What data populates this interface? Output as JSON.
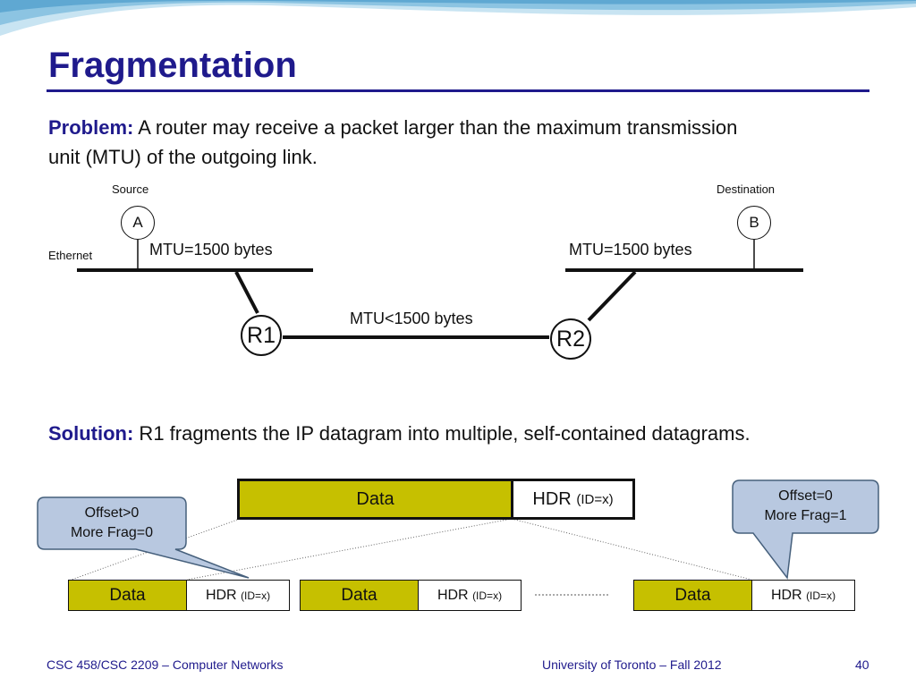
{
  "slide": {
    "title": "Fragmentation",
    "problem_label": "Problem:",
    "problem_text": " A router may receive a packet larger than the maximum transmission unit (MTU) of the outgoing link.",
    "solution_label": "Solution:",
    "solution_text": " R1 fragments the IP datagram into multiple, self-contained datagrams."
  },
  "diagram": {
    "source_label": "Source",
    "destination_label": "Destination",
    "ethernet_label": "Ethernet",
    "node_a": "A",
    "node_b": "B",
    "router_1": "R1",
    "router_2": "R2",
    "mtu_left": "MTU=1500 bytes",
    "mtu_right": "MTU=1500 bytes",
    "mtu_middle": "MTU<1500 bytes"
  },
  "datagram": {
    "data_label": "Data",
    "hdr_label": "HDR",
    "hdr_id": "(ID=x)"
  },
  "fragments": [
    {
      "data_label": "Data",
      "hdr_label": "HDR",
      "hdr_id": "(ID=x)"
    },
    {
      "data_label": "Data",
      "hdr_label": "HDR",
      "hdr_id": "(ID=x)"
    },
    {
      "data_label": "Data",
      "hdr_label": "HDR",
      "hdr_id": "(ID=x)"
    }
  ],
  "callouts": {
    "left_line1": "Offset>0",
    "left_line2": "More Frag=0",
    "right_line1": "Offset=0",
    "right_line2": "More Frag=1"
  },
  "footer": {
    "course": "CSC 458/CSC 2209 – Computer Networks",
    "university": "University of Toronto – Fall 2012",
    "page_number": "40"
  },
  "colors": {
    "title": "#1f1a8c",
    "data_fill": "#c6c000",
    "callout_fill": "#b8c8e0",
    "banner": "#7fb8d8"
  }
}
